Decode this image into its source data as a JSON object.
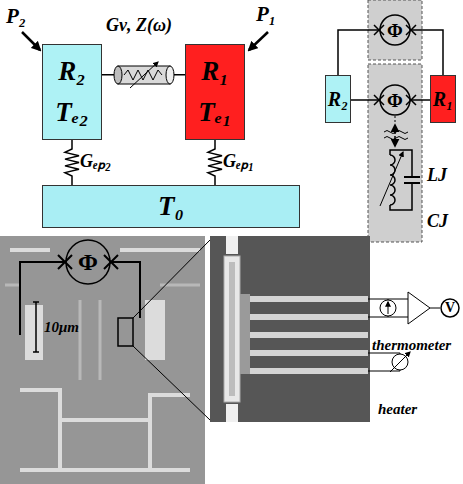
{
  "diagram": {
    "nodes": [
      {
        "text": [
          "R₂",
          "Tₑ₂"
        ]
      },
      {
        "text": [
          "R₁",
          "Tₑ₁"
        ]
      },
      {
        "text": [
          "T₀"
        ]
      },
      {
        "text": [
          "Φ"
        ]
      },
      {
        "text": [
          "R₂"
        ]
      },
      {
        "text": [
          "R₁"
        ]
      },
      {
        "text": [
          "Φ"
        ]
      },
      {
        "text": [
          "Φ"
        ]
      },
      {
        "text": [
          "V"
        ]
      }
    ],
    "edges": [
      {
        "from": 0,
        "to": 1,
        "arrow": "none",
        "label": "Gν, Z(ω)"
      },
      {
        "from": 0,
        "to": 2,
        "arrow": "none",
        "label": "Gₑₚ₂"
      },
      {
        "from": 1,
        "to": 2,
        "arrow": "none",
        "label": "Gₑₚ₁"
      },
      {
        "from": 4,
        "to": 3,
        "arrow": "none"
      },
      {
        "from": 3,
        "to": 5,
        "arrow": "none"
      },
      {
        "from": 4,
        "to": 6,
        "arrow": "none"
      },
      {
        "from": 6,
        "to": 5,
        "arrow": "none"
      }
    ],
    "labels": [
      "P₂",
      "P₁",
      "LJ",
      "CJ",
      "10μm",
      "thermometer",
      "heater"
    ]
  }
}
